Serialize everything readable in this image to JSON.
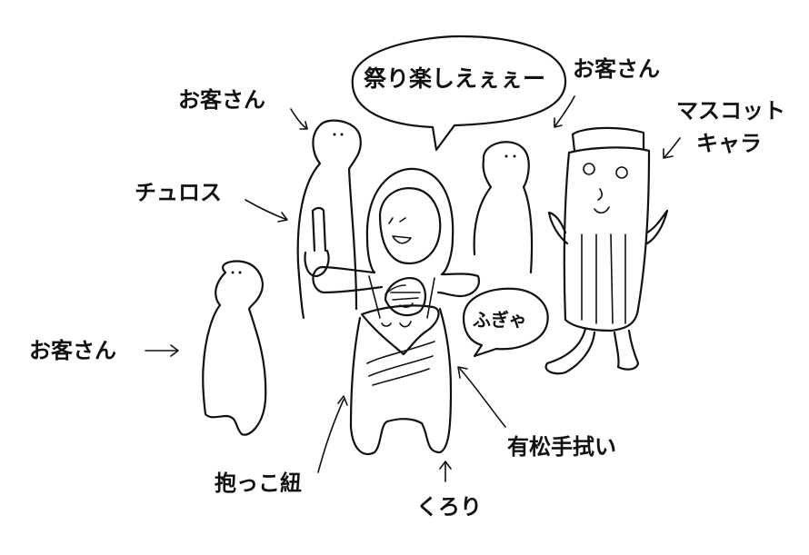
{
  "labels": {
    "speech": "祭り楽しえぇぇー",
    "customer_top_left": "お客さん",
    "customer_top_right": "お客さん",
    "customer_left": "お客さん",
    "churros": "チュロス",
    "mascot_line1": "マスコット",
    "mascot_line2": "キャラ",
    "baby_cry": "ふぎゃ",
    "towel": "有松手拭い",
    "carrier": "抱っこ紐",
    "kurori": "くろり"
  }
}
